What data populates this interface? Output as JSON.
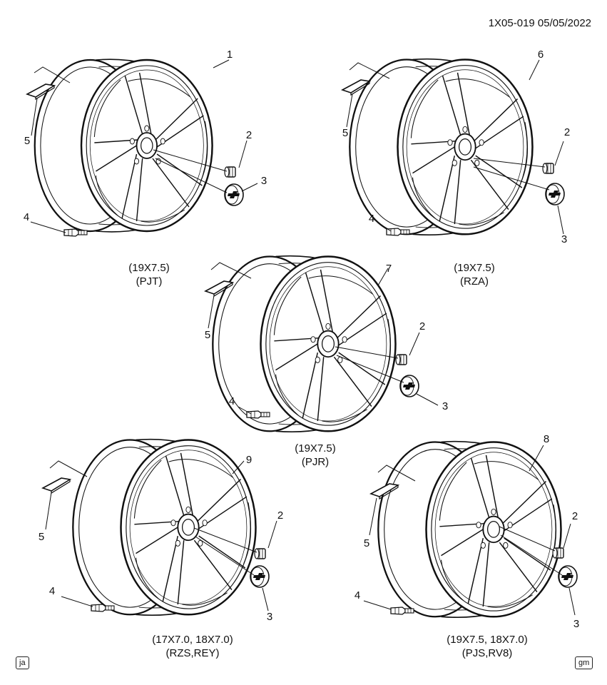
{
  "header": {
    "ref": "1X05-019  05/05/2022"
  },
  "callouts": {
    "c1": "1",
    "c2": "2",
    "c3": "3",
    "c4": "4",
    "c5": "5",
    "c6": "6",
    "c7": "7",
    "c8": "8",
    "c9": "9"
  },
  "captions": {
    "pjt": {
      "line1": "(19X7.5)",
      "line2": "(PJT)"
    },
    "rza": {
      "line1": "(19X7.5)",
      "line2": "(RZA)"
    },
    "pjr": {
      "line1": "(19X7.5)",
      "line2": "(PJR)"
    },
    "rzs": {
      "line1": "(17X7.0, 18X7.0)",
      "line2": "(RZS,REY)"
    },
    "pjs": {
      "line1": "(19X7.5, 18X7.0)",
      "line2": "(PJS,RV8)"
    }
  },
  "badges": {
    "left": "ja",
    "right": "gm"
  }
}
